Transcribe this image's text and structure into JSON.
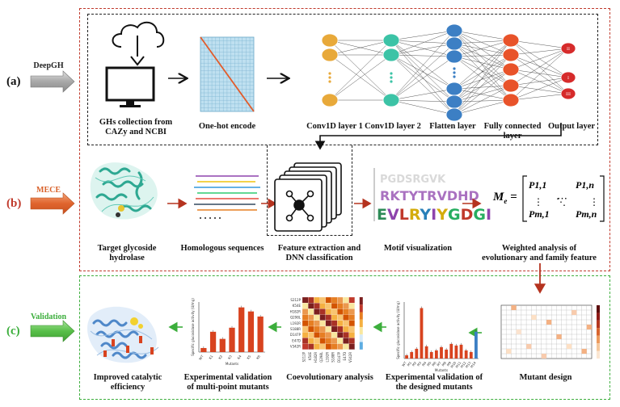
{
  "panels": {
    "a": {
      "letter": "(a)",
      "arrow_label": "DeepGH",
      "arrow_color": "#9a9a9a",
      "steps": [
        {
          "label": "GHs collection from CAZy and NCBI"
        },
        {
          "label": "One-hot encode"
        },
        {
          "label": "Conv1D layer 1"
        },
        {
          "label": "Conv1D layer 2"
        },
        {
          "label": "Flatten layer"
        },
        {
          "label": "Fully connected layer"
        },
        {
          "label": "Output layer"
        }
      ],
      "output_nodes": [
        "II",
        "I",
        "III"
      ]
    },
    "b": {
      "letter": "(b)",
      "arrow_label": "MECE",
      "arrow_color": "#d9622b",
      "steps": [
        {
          "label": "Target glycoside hydrolase"
        },
        {
          "label": "Homologous sequences"
        },
        {
          "label": "Feature extraction and DNN classification"
        },
        {
          "label": "Motif visualization"
        },
        {
          "label": "Weighted analysis of evolutionary and family feature"
        }
      ],
      "motif_text": "EVLRYIYGDGI",
      "matrix": {
        "symbol": "M",
        "subscript": "e",
        "top_left": "P1,1",
        "top_right": "P1,n",
        "bottom_left": "Pm,1",
        "bottom_right": "Pm,n"
      }
    },
    "c": {
      "letter": "(c)",
      "arrow_label": "Validation",
      "arrow_color": "#4caf3a",
      "steps": [
        {
          "label": "Improved catalytic efficiency"
        },
        {
          "label": "Experimental validation of multi-point mutants"
        },
        {
          "label": "Coevolutionary analysis"
        },
        {
          "label": "Experimental validation of the designed mutants"
        },
        {
          "label": "Mutant design"
        }
      ],
      "coevo_rows": [
        "S212P",
        "K54E",
        "H182R",
        "Q298L",
        "L192R",
        "S188R",
        "D147P",
        "E47D",
        "V342R"
      ],
      "designed_axis_x": "Mutants",
      "designed_axis_y": "Specific glucosidase activity (U/mg)",
      "multi_axis_x": "Mutants",
      "multi_axis_y": "Specific glucosidase activity (U/mg)"
    }
  },
  "colors": {
    "frame_red": "#c0392b",
    "frame_green": "#3cae3c",
    "frame_black": "#222222",
    "bar_red": "#d8431f",
    "bar_blue": "#3b7fc4",
    "protein_teal": "#5fc8b5",
    "protein_blue": "#6aa3d6"
  },
  "chart_data": [
    {
      "type": "bar",
      "title": "",
      "xlabel": "Mutants",
      "ylabel": "Specific glucosidase activity (U/mg)",
      "categories": [
        "WT",
        "M1",
        "M2",
        "M3",
        "M4",
        "M5",
        "M6",
        "M7",
        "M8",
        "M9",
        "M10",
        "M11",
        "M12",
        "M13",
        "M14"
      ],
      "values": [
        4,
        8,
        12,
        62,
        15,
        8,
        10,
        14,
        11,
        18,
        16,
        17,
        10,
        8,
        33
      ],
      "highlight_last": true
    },
    {
      "type": "bar",
      "title": "",
      "xlabel": "Mutants",
      "ylabel": "Specific glucosidase activity (U/mg)",
      "categories": [
        "WT",
        "K1",
        "K2",
        "K3",
        "K4",
        "K5",
        "K6"
      ],
      "values": [
        4,
        20,
        13,
        24,
        44,
        40,
        35
      ]
    }
  ]
}
